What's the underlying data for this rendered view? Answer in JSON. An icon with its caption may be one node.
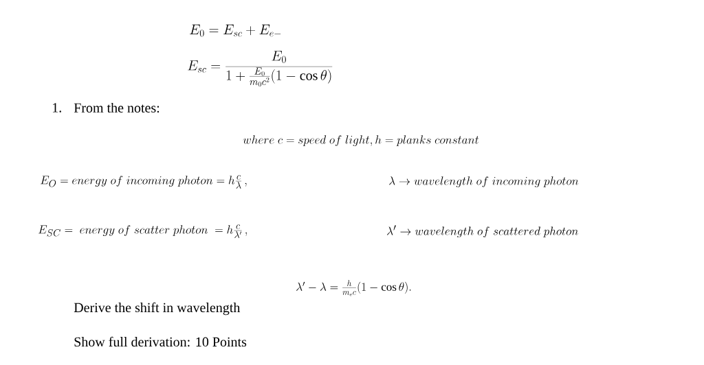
{
  "diagram": {
    "labels": [
      "E_0 = E_{sc} + E_{e-}",
      "E_{sc} = \\frac{E_0}{1+\\frac{E_0}{m_0c^2}(1-\\cos\\theta)}",
      "1.",
      "From the notes:",
      "where\\ c = speed\\ of\\ light, h = planks\\ constant",
      "E_O = energy\\ of\\ incoming\\ photon = h\\frac{c}{\\lambda}\\,,",
      "\\lambda \\rightarrow wavelength\\ of\\ incoming\\ photon",
      "E_{SC} = \\ energy\\ of\\ scatter\\ photon\\ = h\\frac{c}{\\lambda'}\\,,",
      "\\lambda' \\rightarrow wavelength\\ of\\ scattered\\ photon",
      "\\lambda' - \\lambda = \\frac{h}{m_ec}(1-\\cos\\theta).",
      "Derive the shift in wavelength",
      "Show full derivation: 10 Points"
    ]
  }
}
